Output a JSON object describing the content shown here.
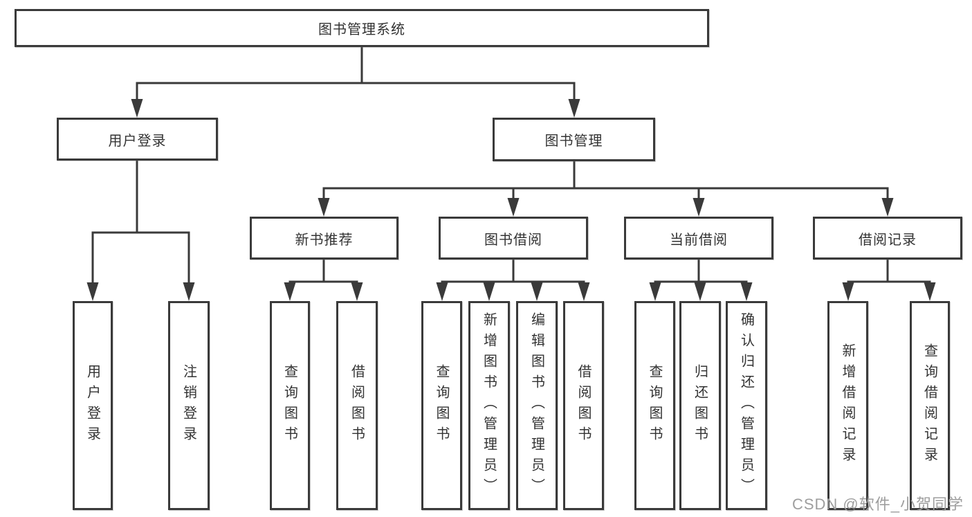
{
  "diagram": {
    "title": "图书管理系统",
    "root": {
      "label": "图书管理系统"
    },
    "level2": [
      {
        "label": "用户登录"
      },
      {
        "label": "图书管理"
      }
    ],
    "level3": [
      {
        "label": "新书推荐"
      },
      {
        "label": "图书借阅"
      },
      {
        "label": "当前借阅"
      },
      {
        "label": "借阅记录"
      }
    ],
    "leaves": {
      "user_login": [
        "用户登录",
        "注销登录"
      ],
      "new_books": [
        "查询图书",
        "借阅图书"
      ],
      "book_borrow": [
        "查询图书",
        "新增图书（管理员）",
        "编辑图书（管理员）",
        "借阅图书"
      ],
      "current_borrow": [
        "查询图书",
        "归还图书",
        "确认归还（管理员）"
      ],
      "borrow_records": [
        "新增借阅记录",
        "查询借阅记录"
      ]
    }
  },
  "watermark": {
    "text": "CSDN @软件_小贺同学"
  },
  "colors": {
    "line": "#3a3a3a",
    "text": "#333333",
    "watermark": "#9e9e9e",
    "background": "#ffffff"
  }
}
